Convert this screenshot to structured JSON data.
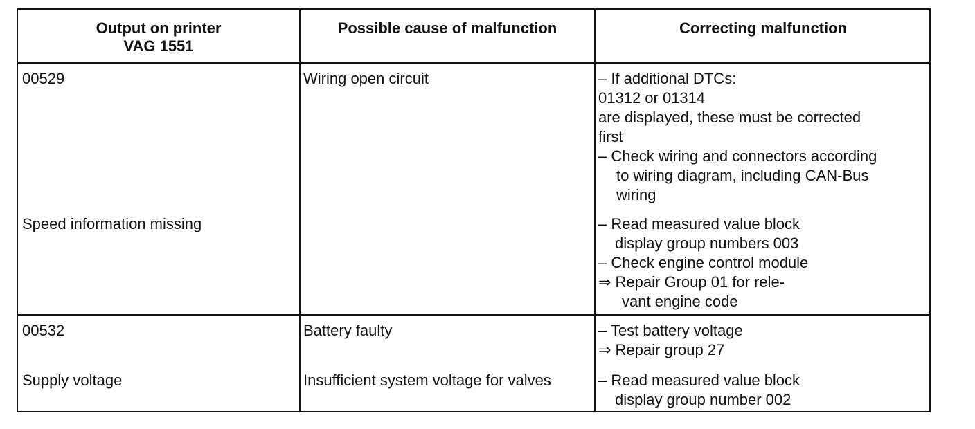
{
  "headers": {
    "col1_line1": "Output on printer",
    "col1_line2": "VAG 1551",
    "col2": "Possible cause of malfunction",
    "col3": "Correcting malfunction"
  },
  "rows": [
    {
      "code": "00529",
      "description": "Speed information missing",
      "cause": "Wiring open circuit",
      "correction_a": {
        "b1": "– If additional DTCs:",
        "l2": "01312 or 01314",
        "l3": "are displayed, these must be corrected",
        "l4": "first",
        "b5a": "– Check wiring and connectors according",
        "b5b": "to wiring diagram, including CAN-Bus",
        "b5c": "wiring"
      },
      "correction_b": {
        "b1a": "– Read measured value block",
        "b1b": "display group numbers 003",
        "b2": "– Check engine control module",
        "r1a": "⇒ Repair Group 01 for rele-",
        "r1b": "vant engine code"
      }
    },
    {
      "code": "00532",
      "description": "Supply voltage",
      "cause_a": "Battery faulty",
      "cause_b": "Insufficient system voltage for valves",
      "correction_a": {
        "b1": "– Test battery voltage",
        "r1": "⇒ Repair group 27"
      },
      "correction_b": {
        "b1a": "– Read measured value block",
        "b1b": "display group number 002"
      }
    }
  ]
}
